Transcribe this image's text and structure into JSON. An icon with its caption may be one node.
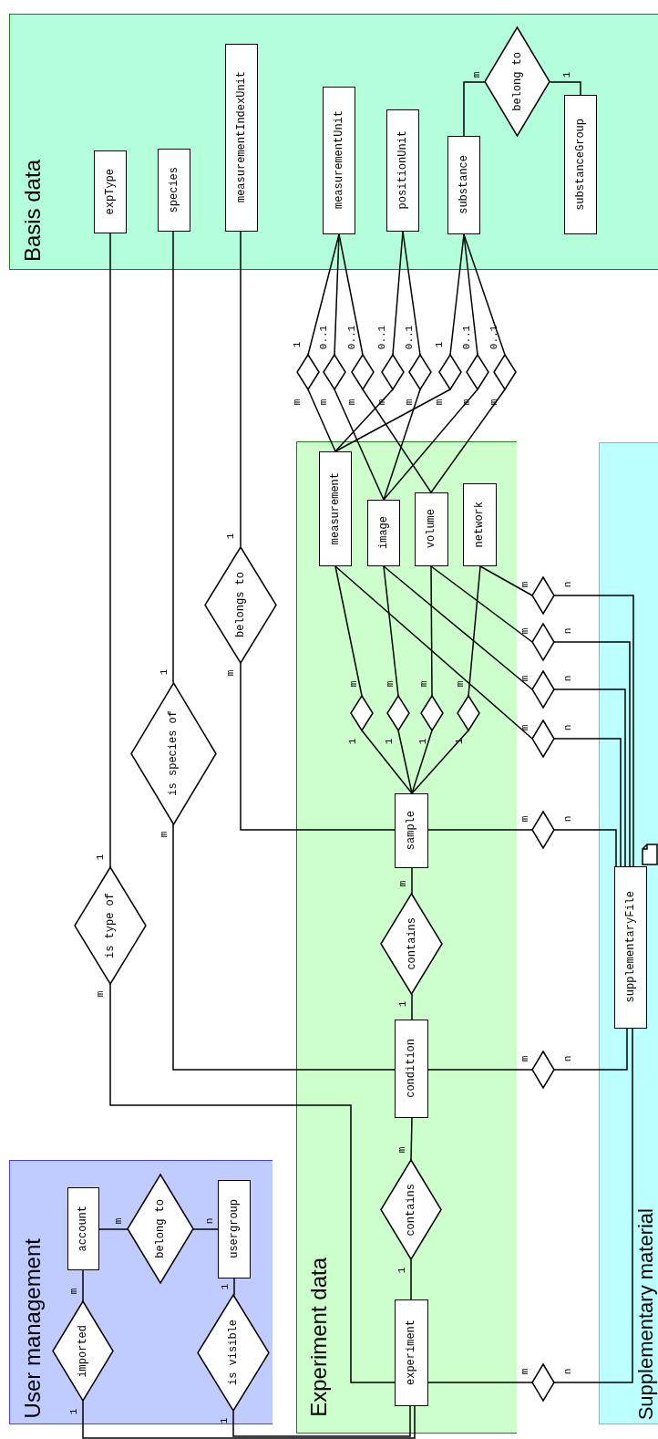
{
  "diagram": {
    "nodes": [
      {
        "text": [
          "Basis data"
        ]
      },
      {
        "text": [
          "expType"
        ],
        "in": 0
      },
      {
        "text": [
          "species"
        ],
        "in": 0
      },
      {
        "text": [
          "measurementIndexUnit"
        ],
        "in": 0
      },
      {
        "text": [
          "measurementUnit"
        ],
        "in": 0
      },
      {
        "text": [
          "positionUnit"
        ],
        "in": 0
      },
      {
        "text": [
          "substance"
        ],
        "in": 0
      },
      {
        "text": [
          "belong to"
        ],
        "in": 0
      },
      {
        "text": [
          "substanceGroup"
        ],
        "in": 0
      },
      {
        "text": [],
        "shape": "diamond"
      },
      {
        "text": [],
        "shape": "diamond"
      },
      {
        "text": [],
        "shape": "diamond"
      },
      {
        "text": [],
        "shape": "diamond"
      },
      {
        "text": [],
        "shape": "diamond"
      },
      {
        "text": [],
        "shape": "diamond"
      },
      {
        "text": [],
        "shape": "diamond"
      },
      {
        "text": [],
        "shape": "diamond"
      },
      {
        "text": [
          "belongs to"
        ]
      },
      {
        "text": [
          "is species of"
        ]
      },
      {
        "text": [
          "is type of"
        ]
      },
      {
        "text": [
          "Experiment data"
        ]
      },
      {
        "text": [
          "measurement"
        ],
        "in": 20
      },
      {
        "text": [
          "image"
        ],
        "in": 20
      },
      {
        "text": [
          "volume"
        ],
        "in": 20
      },
      {
        "text": [
          "network"
        ],
        "in": 20
      },
      {
        "text": [],
        "shape": "diamond",
        "in": 20
      },
      {
        "text": [],
        "shape": "diamond",
        "in": 20
      },
      {
        "text": [],
        "shape": "diamond",
        "in": 20
      },
      {
        "text": [],
        "shape": "diamond",
        "in": 20
      },
      {
        "text": [
          "sample"
        ],
        "in": 20
      },
      {
        "text": [
          "contains"
        ],
        "in": 20
      },
      {
        "text": [
          "condition"
        ],
        "in": 20
      },
      {
        "text": [
          "contains"
        ],
        "in": 20
      },
      {
        "text": [
          "experiment"
        ],
        "in": 20
      },
      {
        "text": [
          "User management"
        ]
      },
      {
        "text": [
          "account"
        ],
        "in": 34
      },
      {
        "text": [
          "belong to"
        ],
        "in": 34
      },
      {
        "text": [
          "usergroup"
        ],
        "in": 34
      },
      {
        "text": [
          "imported"
        ],
        "in": 34
      },
      {
        "text": [
          "is visible"
        ],
        "in": 34
      },
      {
        "text": [
          "Supplementary material"
        ]
      },
      {
        "text": [
          "supplementaryFile"
        ],
        "in": 40
      },
      {
        "text": [],
        "shape": "diamond"
      },
      {
        "text": [],
        "shape": "diamond"
      },
      {
        "text": [],
        "shape": "diamond"
      },
      {
        "text": [],
        "shape": "diamond"
      },
      {
        "text": [],
        "shape": "diamond"
      },
      {
        "text": [],
        "shape": "diamond"
      },
      {
        "text": [],
        "shape": "diamond"
      }
    ],
    "edges": [
      {
        "from": 6,
        "to": 7,
        "arrow": "none",
        "label": "m"
      },
      {
        "from": 7,
        "to": 8,
        "arrow": "none",
        "label": "1"
      },
      {
        "from": 4,
        "to": 9,
        "arrow": "none",
        "label": "1"
      },
      {
        "from": 4,
        "to": 10,
        "arrow": "none",
        "label": "0..1"
      },
      {
        "from": 4,
        "to": 11,
        "arrow": "none",
        "label": "0..1"
      },
      {
        "from": 5,
        "to": 12,
        "arrow": "none",
        "label": "0..1"
      },
      {
        "from": 5,
        "to": 13,
        "arrow": "none",
        "label": "0..1"
      },
      {
        "from": 6,
        "to": 14,
        "arrow": "none",
        "label": "1"
      },
      {
        "from": 6,
        "to": 15,
        "arrow": "none",
        "label": "0..1"
      },
      {
        "from": 6,
        "to": 16,
        "arrow": "none",
        "label": "0..1"
      },
      {
        "from": 9,
        "to": 21,
        "arrow": "none",
        "label": "m"
      },
      {
        "from": 12,
        "to": 21,
        "arrow": "none",
        "label": "m"
      },
      {
        "from": 14,
        "to": 21,
        "arrow": "none",
        "label": "m"
      },
      {
        "from": 10,
        "to": 22,
        "arrow": "none",
        "label": "m"
      },
      {
        "from": 13,
        "to": 22,
        "arrow": "none",
        "label": "m"
      },
      {
        "from": 15,
        "to": 22,
        "arrow": "none",
        "label": "m"
      },
      {
        "from": 11,
        "to": 23,
        "arrow": "none",
        "label": "m"
      },
      {
        "from": 16,
        "to": 23,
        "arrow": "none",
        "label": "m"
      },
      {
        "from": 21,
        "to": 25,
        "arrow": "none",
        "label": "m"
      },
      {
        "from": 22,
        "to": 26,
        "arrow": "none",
        "label": "m"
      },
      {
        "from": 23,
        "to": 27,
        "arrow": "none",
        "label": "m"
      },
      {
        "from": 24,
        "to": 28,
        "arrow": "none",
        "label": "m"
      },
      {
        "from": 25,
        "to": 29,
        "arrow": "none",
        "label": "1"
      },
      {
        "from": 26,
        "to": 29,
        "arrow": "none",
        "label": "1"
      },
      {
        "from": 27,
        "to": 29,
        "arrow": "none",
        "label": "1"
      },
      {
        "from": 28,
        "to": 29,
        "arrow": "none",
        "label": "1"
      },
      {
        "from": 24,
        "to": 42,
        "arrow": "none",
        "label": "m"
      },
      {
        "from": 42,
        "to": 41,
        "arrow": "none",
        "label": "n"
      },
      {
        "from": 23,
        "to": 43,
        "arrow": "none",
        "label": "m"
      },
      {
        "from": 43,
        "to": 41,
        "arrow": "none",
        "label": "n"
      },
      {
        "from": 22,
        "to": 44,
        "arrow": "none",
        "label": "m"
      },
      {
        "from": 44,
        "to": 41,
        "arrow": "none",
        "label": "n"
      },
      {
        "from": 21,
        "to": 45,
        "arrow": "none",
        "label": "m"
      },
      {
        "from": 45,
        "to": 41,
        "arrow": "none",
        "label": "n"
      },
      {
        "from": 29,
        "to": 46,
        "arrow": "none",
        "label": "m"
      },
      {
        "from": 46,
        "to": 41,
        "arrow": "none",
        "label": "n"
      },
      {
        "from": 31,
        "to": 47,
        "arrow": "none",
        "label": "m"
      },
      {
        "from": 47,
        "to": 41,
        "arrow": "none",
        "label": "n"
      },
      {
        "from": 33,
        "to": 48,
        "arrow": "none",
        "label": "m"
      },
      {
        "from": 48,
        "to": 41,
        "arrow": "none",
        "label": "n"
      },
      {
        "from": 29,
        "to": 17,
        "arrow": "none",
        "label": "m"
      },
      {
        "from": 17,
        "to": 3,
        "arrow": "none",
        "label": "1"
      },
      {
        "from": 31,
        "to": 18,
        "arrow": "none",
        "label": "m"
      },
      {
        "from": 18,
        "to": 2,
        "arrow": "none",
        "label": "1"
      },
      {
        "from": 33,
        "to": 19,
        "arrow": "none",
        "label": "m"
      },
      {
        "from": 19,
        "to": 1,
        "arrow": "none",
        "label": "1"
      },
      {
        "from": 29,
        "to": 30,
        "arrow": "none",
        "label": "m"
      },
      {
        "from": 30,
        "to": 31,
        "arrow": "none",
        "label": "1"
      },
      {
        "from": 31,
        "to": 32,
        "arrow": "none",
        "label": "m"
      },
      {
        "from": 32,
        "to": 33,
        "arrow": "none",
        "label": "1"
      },
      {
        "from": 35,
        "to": 36,
        "arrow": "none",
        "label": "m"
      },
      {
        "from": 36,
        "to": 37,
        "arrow": "none",
        "label": "n"
      },
      {
        "from": 35,
        "to": 38,
        "arrow": "none",
        "label": "m"
      },
      {
        "from": 38,
        "to": 33,
        "arrow": "none",
        "label": "1"
      },
      {
        "from": 37,
        "to": 39,
        "arrow": "none",
        "label": "1"
      },
      {
        "from": 39,
        "to": 33,
        "arrow": "none",
        "label": "1"
      }
    ]
  }
}
